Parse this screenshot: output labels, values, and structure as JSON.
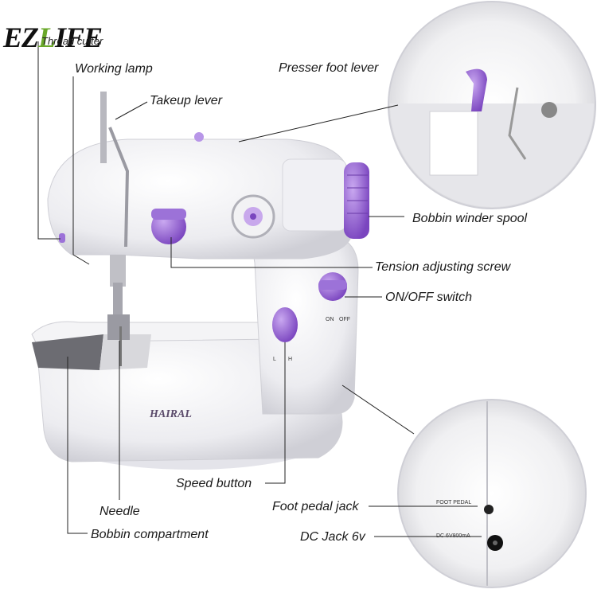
{
  "logo": {
    "main": "EZ",
    "accent": "L",
    "tail": "IFE"
  },
  "logo_subtext": "Thread cutter",
  "brand_mark": "HAIRAL",
  "labels": {
    "working_lamp": "Working lamp",
    "takeup_lever": "Takeup lever",
    "presser_foot_lever": "Presser foot lever",
    "bobbin_winder_spool": "Bobbin winder spool",
    "tension_adjusting_screw": "Tension adjusting screw",
    "on_off_switch": "ON/OFF switch",
    "speed_button": "Speed button",
    "needle": "Needle",
    "bobbin_compartment": "Bobbin compartment",
    "foot_pedal_jack": "Foot pedal jack",
    "dc_jack": "DC Jack 6v"
  },
  "switch_marks": {
    "on": "ON",
    "off": "OFF",
    "low": "L",
    "high": "H"
  },
  "jack_marks": {
    "foot_pedal": "FOOT PEDAL",
    "dc": "DC 6V800mA"
  },
  "colors": {
    "accent_purple": "#8a5cc7",
    "body_white": "#f2f2f4",
    "logo_green": "#6aa82a"
  }
}
